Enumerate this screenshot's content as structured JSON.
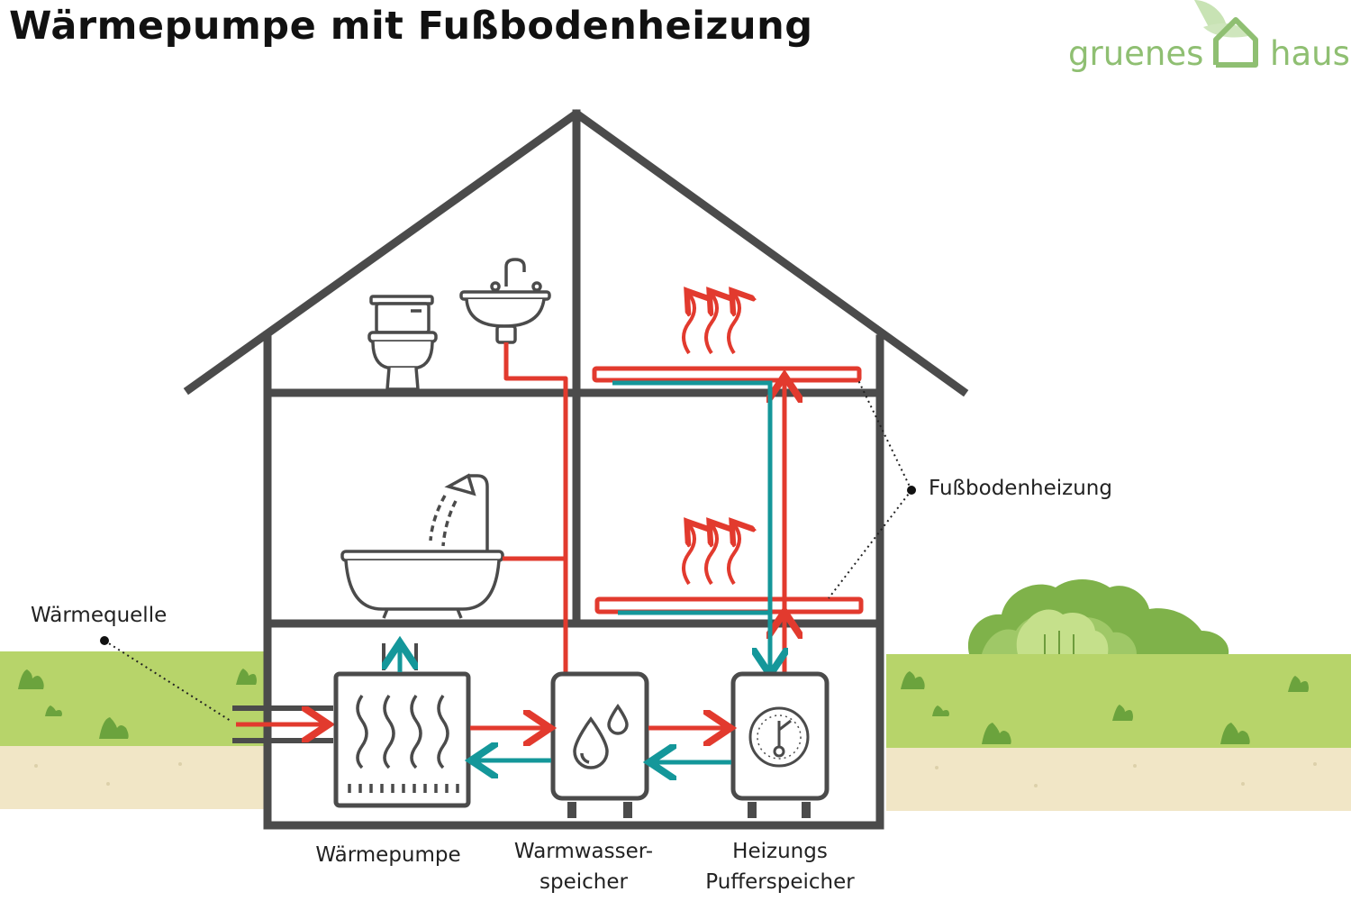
{
  "title": "Wärmepumpe mit Fußbodenheizung",
  "logo": {
    "part1": "gruenes",
    "part2": "haus"
  },
  "labels": {
    "waermequelle": "Wärmequelle",
    "fussbodenheizung": "Fußbodenheizung",
    "waermepumpe": "Wärmepumpe",
    "warmwasser_line1": "Warmwasser-",
    "warmwasser_line2": "speicher",
    "heizung_line1": "Heizungs",
    "heizung_line2": "Pufferspeicher"
  },
  "colors": {
    "house": "#4b4b4b",
    "hot_pipe": "#e23a2e",
    "cold_pipe": "#14979a",
    "grass": "#b7d46a",
    "soil": "#f1e6c6",
    "bush": "#7fb24a",
    "logo": "#8fbf72"
  },
  "icons": [
    "toilet-icon",
    "sink-icon",
    "bathtub-icon",
    "heat-wave-icon",
    "water-drop-icon",
    "thermostat-icon",
    "heat-pump-icon"
  ]
}
